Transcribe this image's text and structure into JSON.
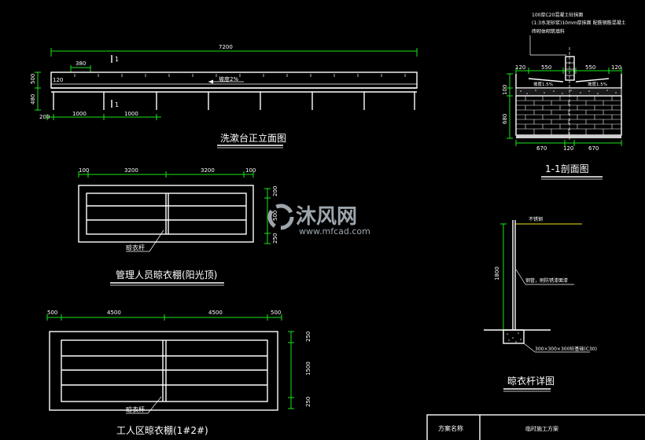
{
  "elevation": {
    "total_dim": "7200",
    "section_mark": "1",
    "spacing_dim": "380",
    "left_dim": "120",
    "height_dim": "500",
    "height_dim2": "480",
    "bottom_dim_a": "200",
    "bottom_dim_b": "1000",
    "bottom_dim_c": "1000",
    "slope_note": "坡度2%",
    "title": "洗漱台正立面图"
  },
  "section": {
    "note_line1": "100厚C20混凝土砼抹面",
    "note_line2": "(1:3水泥砂浆)10mm厚抹面 配筋钢筋混凝土",
    "note_line3": "砖砌体砌筑填料",
    "dim_left": "120",
    "dim_mid_left": "550",
    "dim_mid_right": "550",
    "dim_right": "120",
    "slope_left": "坡度1.5%",
    "slope_right": "坡度1.5%",
    "height_a": "100",
    "height_b": "680",
    "bottom_left": "670",
    "bottom_mid": "120",
    "bottom_right": "670",
    "title": "1-1剖面图"
  },
  "rack_manager": {
    "dim_a": "100",
    "dim_b": "3200",
    "dim_c": "3200",
    "dim_d": "100",
    "side_a": "200",
    "side_b": "500",
    "side_c": "250",
    "pole_label": "晾衣杆",
    "title": "管理人员晾衣棚(阳光顶)"
  },
  "rack_worker": {
    "dim_a": "500",
    "dim_b": "4500",
    "dim_c": "4500",
    "dim_d": "500",
    "side_a": "250",
    "side_b": "1500",
    "side_c": "250",
    "pole_label": "晾衣杆",
    "title": "工人区晾衣棚(1#2#)"
  },
  "pole_detail": {
    "label_top": "不锈钢",
    "label_mid": "钢管，刷防锈漆面漆",
    "height": "1800",
    "base_note": "300×300×300砼基础(C30)",
    "title": "晾衣杆详图"
  },
  "titleblock": {
    "project_label": "方案名称",
    "project_value": "临时施工方案"
  },
  "watermark": {
    "brand": "沐风网",
    "url": "www.mfcad.com"
  }
}
